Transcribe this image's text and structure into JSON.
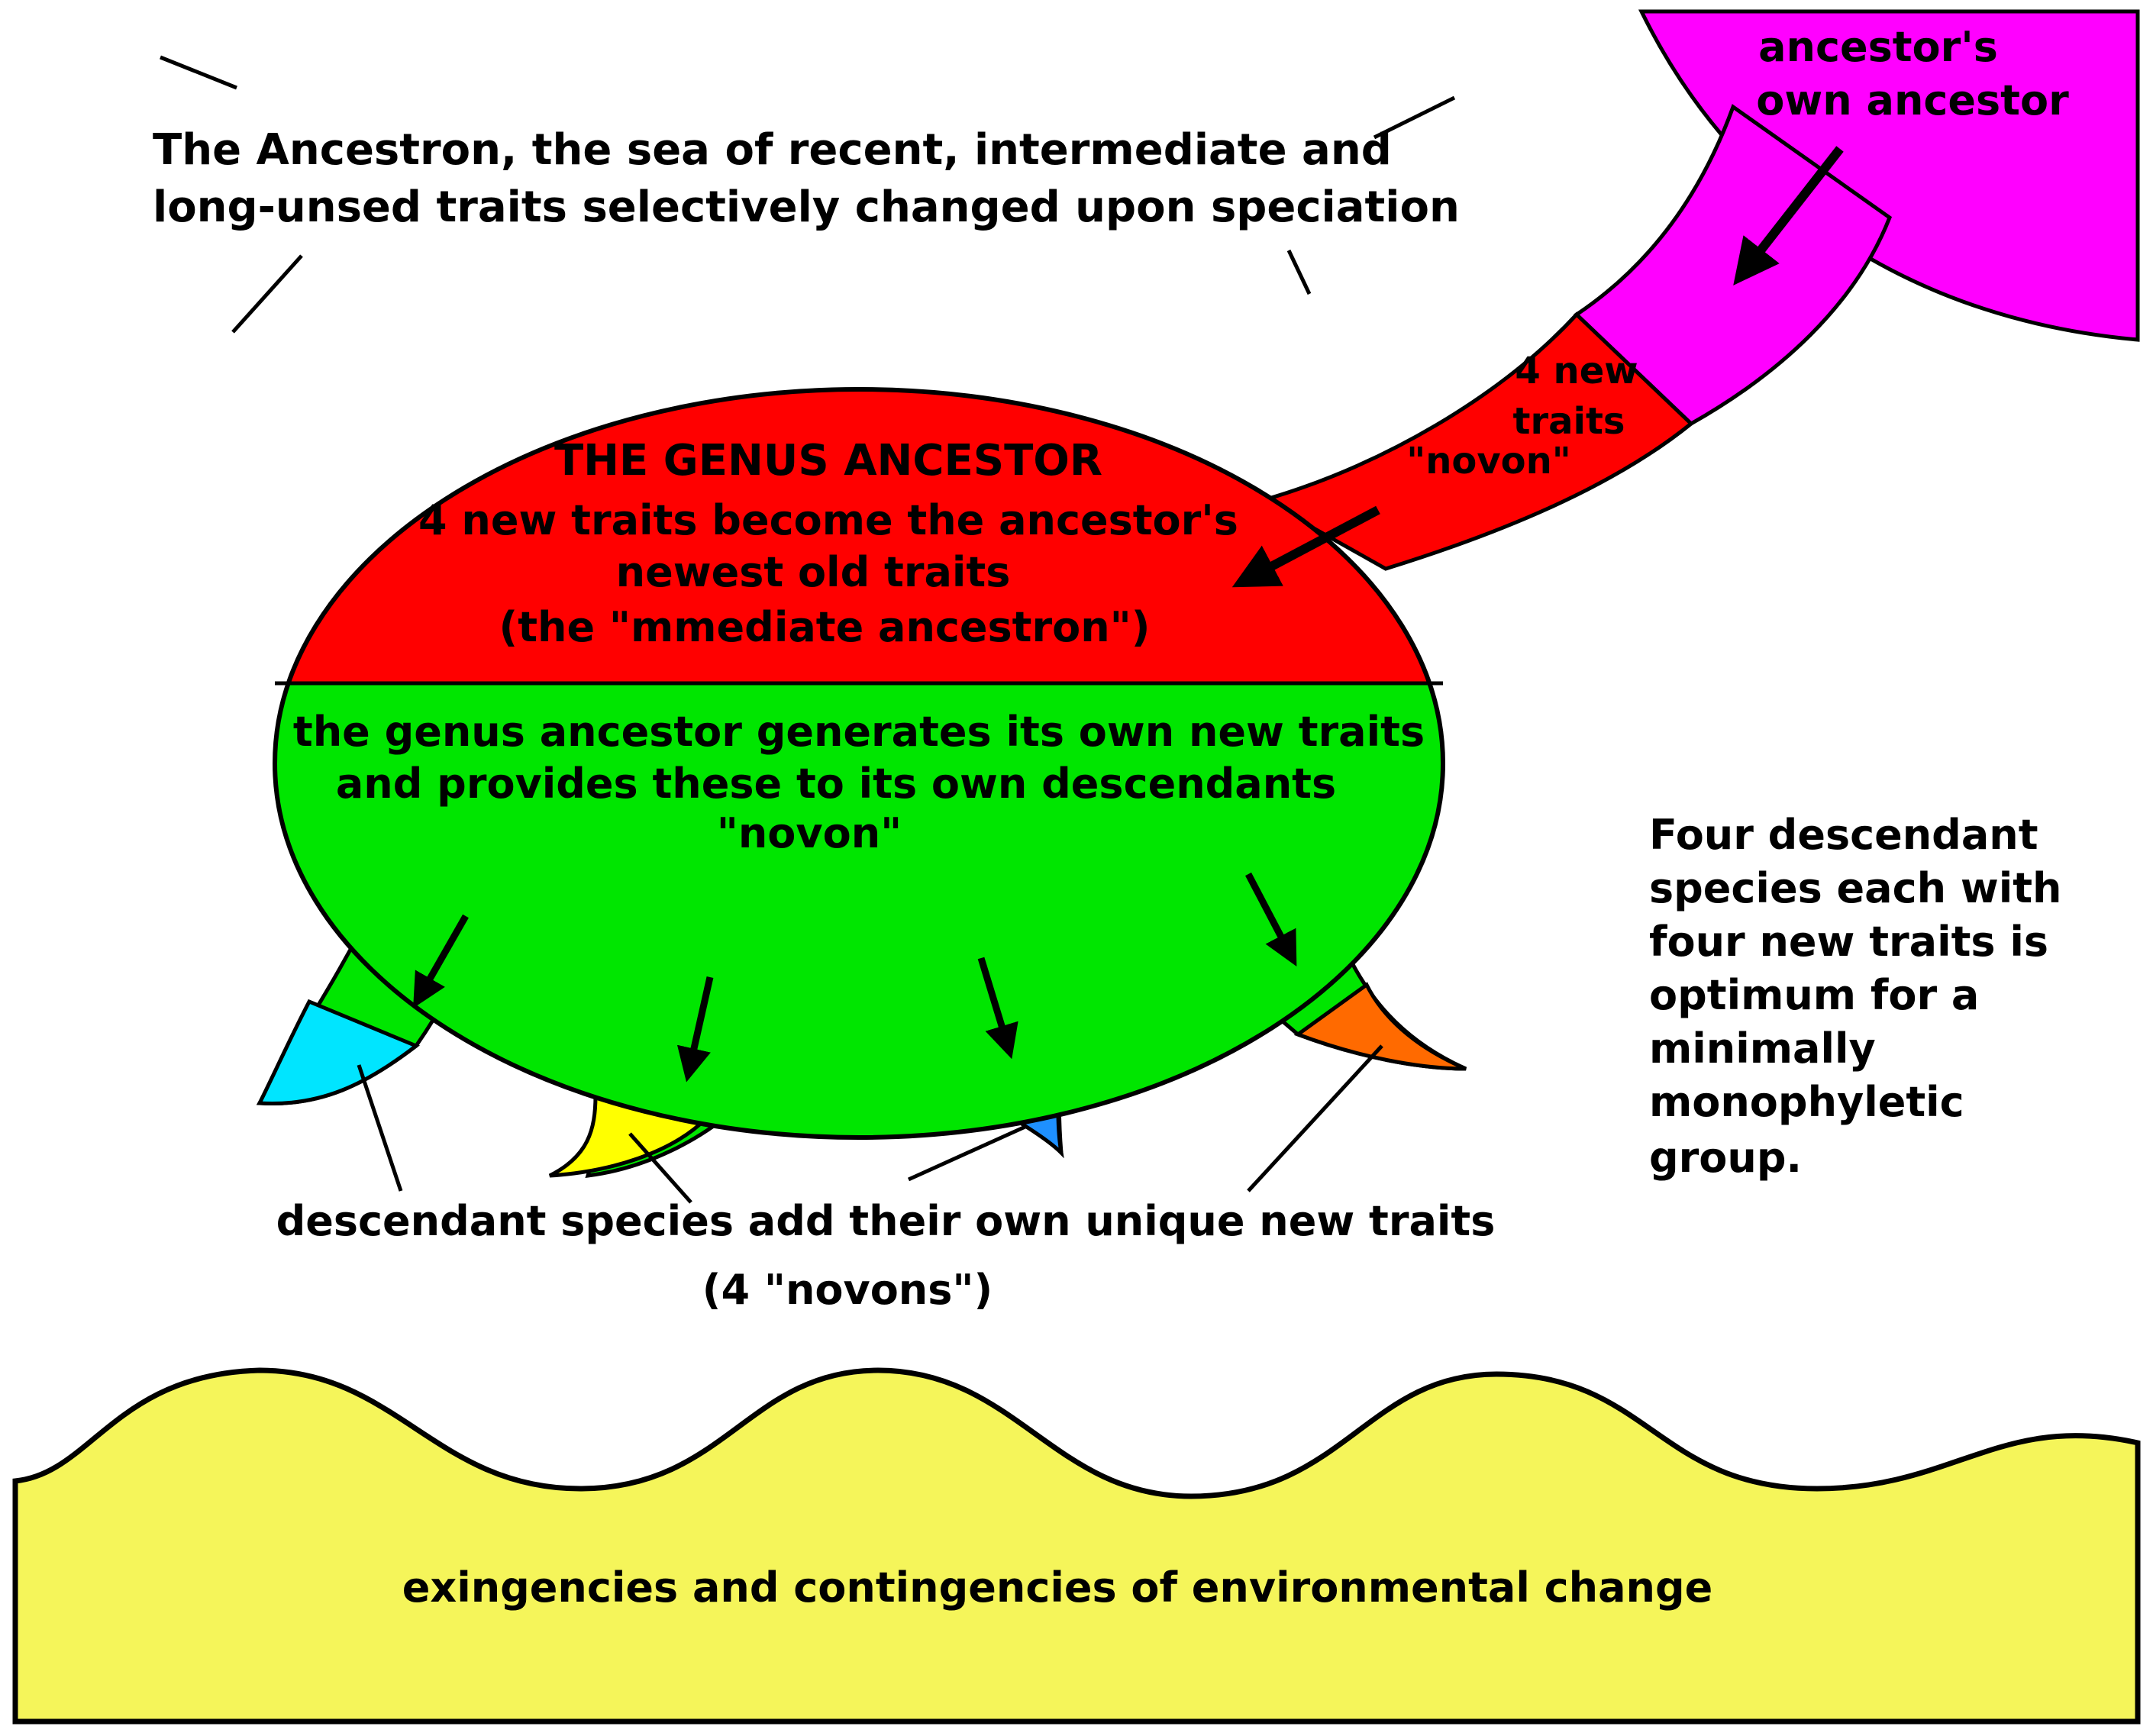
{
  "caption": {
    "line1": "The Ancestron, the sea of recent, intermediate and",
    "line2": "long-unsed traits selectively changed upon speciation"
  },
  "ancestors_ancestor": {
    "line1": "ancestor's",
    "line2": "own ancestor"
  },
  "stalk_label": {
    "line1": "4 new",
    "line2": "traits",
    "line3": "\"novon\""
  },
  "genus_ancestor": {
    "title": "THE GENUS ANCESTOR",
    "line1": "4 new traits become the ancestor's",
    "line2": "newest old traits",
    "line3": "(the \"mmediate ancestron\")"
  },
  "genus_new_traits": {
    "line1": "the genus ancestor generates its own new traits",
    "line2": "and provides these to its own descendants",
    "line3": "\"novon\""
  },
  "side_note": {
    "line1": "Four descendant",
    "line2": "species each with",
    "line3": "four new traits is",
    "line4": "optimum for a",
    "line5": "minimally",
    "line6": "monophyletic",
    "line7": "group."
  },
  "descendants": {
    "line1": "descendant species add their own unique new traits",
    "line2": "(4 \"novons\")"
  },
  "environment": {
    "label": "exingencies and contingencies of environmental change"
  },
  "colors": {
    "ancestor_magenta": "#ff00ff",
    "genus_red": "#ff0000",
    "genus_green": "#00e600",
    "tip_cyan": "#00e5ff",
    "tip_yellow": "#ffff00",
    "tip_blue": "#1e90ff",
    "tip_orange": "#ff6a00",
    "environment_yellow": "#f5f55a"
  }
}
